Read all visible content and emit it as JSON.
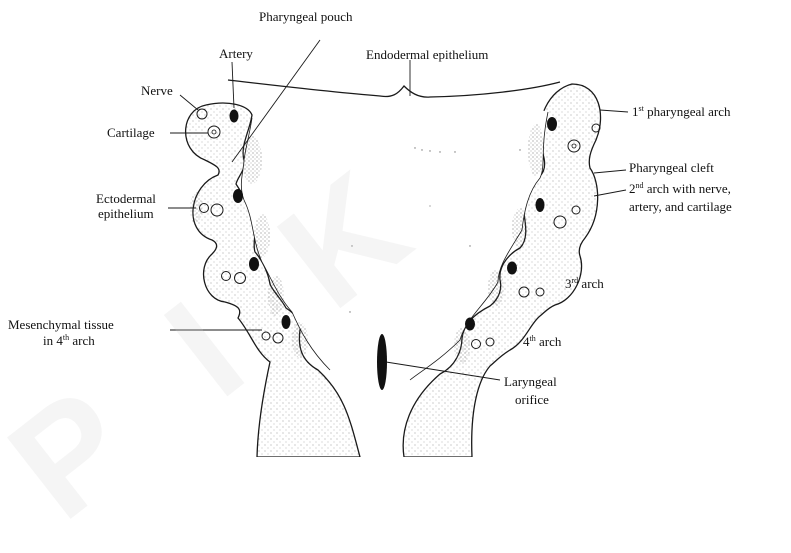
{
  "labels": {
    "pharyngeal_pouch": "Pharyngeal pouch",
    "artery": "Artery",
    "endodermal_epithelium": "Endodermal epithelium",
    "nerve": "Nerve",
    "cartilage": "Cartilage",
    "ectodermal_1": "Ectodermal",
    "ectodermal_2": "epithelium",
    "mesenchymal_1": "Mesenchymal tissue",
    "mesenchymal_2_pre": "in 4",
    "mesenchymal_2_sup": "th",
    "mesenchymal_2_post": " arch",
    "first_arch_num": "1",
    "first_arch_sup": "st",
    "first_arch_text": " pharyngeal arch",
    "pharyngeal_cleft": "Pharyngeal cleft",
    "second_num": "2",
    "second_sup": "nd",
    "second_text": " arch with nerve,",
    "second_line2": "artery, and cartilage",
    "third_num": "3",
    "third_sup": "rd",
    "third_text": " arch",
    "fourth_num": "4",
    "fourth_sup": "th",
    "fourth_text": " arch",
    "laryngeal_1": "Laryngeal",
    "laryngeal_2": "orifice"
  },
  "watermark": "P I K",
  "colors": {
    "outline": "#1a1a1a",
    "stipple": "#8a8a8a",
    "artery_fill": "#111111"
  }
}
